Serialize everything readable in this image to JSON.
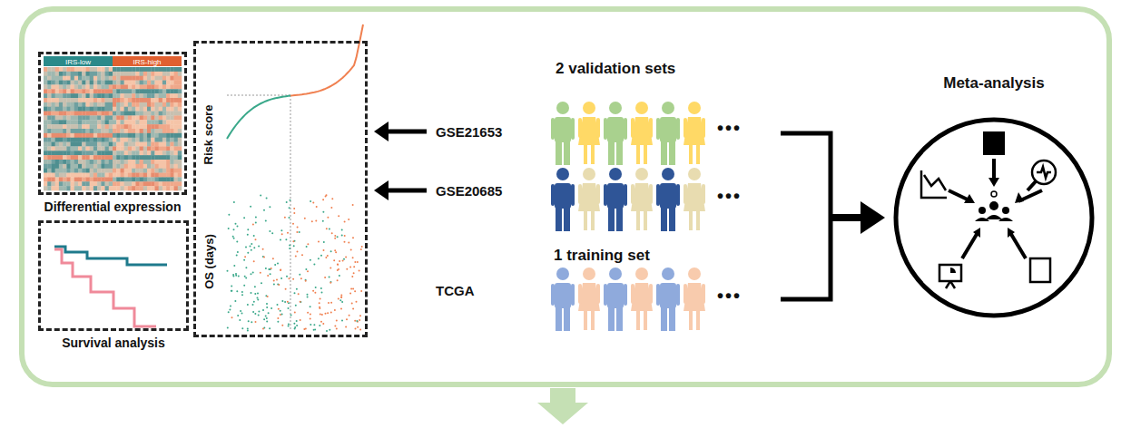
{
  "diagram": {
    "nodes": [
      {
        "text": [
          "IRS-low",
          "IRS-high",
          "Differential expression"
        ]
      },
      {
        "text": [
          "Survival analysis"
        ]
      },
      {
        "text": [
          "Risk score",
          "OS (days)"
        ]
      },
      {
        "text": [
          "Meta-analysis"
        ]
      }
    ],
    "labels": [
      "2 validation sets",
      "GSE21653",
      "GSE20685",
      "1 training set",
      "TCGA",
      "•••",
      "•••",
      "•••"
    ]
  }
}
